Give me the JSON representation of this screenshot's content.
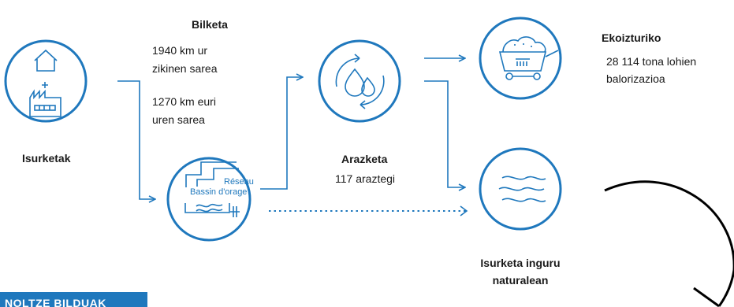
{
  "colors": {
    "accent": "#1f78bd",
    "text": "#1a1a1a",
    "background": "#ffffff"
  },
  "icons": {
    "house_factory": "house-factory-icon",
    "basin": "storm-basin-icon",
    "water_drops": "water-drops-cycle-icon",
    "cart": "mining-cart-icon",
    "waves": "waves-icon",
    "curved_arrow": "curved-arrow-icon"
  },
  "nodes": {
    "discharges": {
      "label": "Isurketak"
    },
    "collection": {
      "title": "Bilketa",
      "stat1_line1": "1940 km ur",
      "stat1_line2": "zikinen sarea",
      "stat2_line1": "1270 km euri",
      "stat2_line2": "uren sarea"
    },
    "basin": {
      "label1": "Réseau",
      "label2": "Bassin d'orage"
    },
    "treatment": {
      "title": "Arazketa",
      "stat": "117 araztegi"
    },
    "produced": {
      "title": "Ekoizturiko",
      "stat_line1": "28 114 tona lohien",
      "stat_line2": "balorizazioa"
    },
    "release": {
      "label_line1": "Isurketa inguru",
      "label_line2": "naturalean"
    }
  },
  "footer": {
    "badge": "NOLTZE BILDUAK"
  }
}
